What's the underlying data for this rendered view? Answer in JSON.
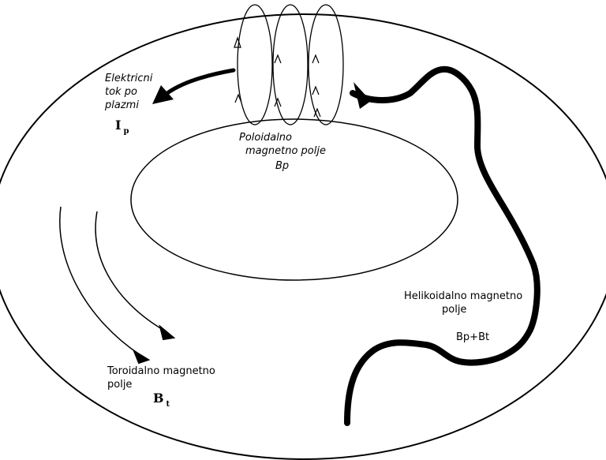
{
  "labels": {
    "current_line1": "Elektricni",
    "current_line2": "tok po",
    "current_line3": "plazmi",
    "current_symbol": "I",
    "current_symbol_sub": "p",
    "poloidal_line1": "Poloidalno",
    "poloidal_line2": "magnetno polje",
    "poloidal_symbol": "Bp",
    "helical_line1": "Helikoidalno magnetno",
    "helical_line2": "polje",
    "helical_symbol": "Bp+Bt",
    "toroidal_line1": "Toroidalno magnetno",
    "toroidal_line2": "polje",
    "toroidal_symbol": "B",
    "toroidal_symbol_sub": "t"
  }
}
